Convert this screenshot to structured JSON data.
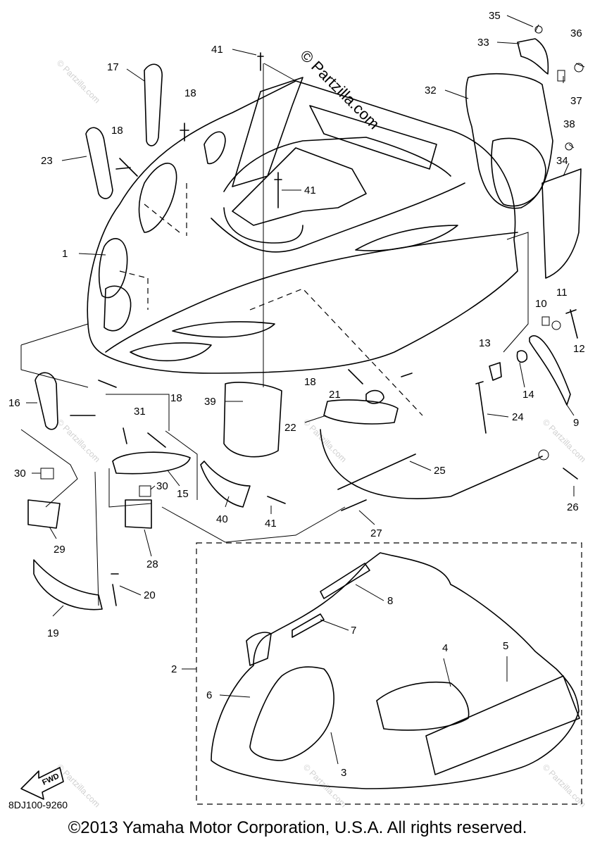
{
  "watermark": "© Partzilla.com",
  "diagram_code": "8DJ100-9260",
  "fwd_label": "FWD",
  "copyright": "©2013 Yamaha Motor Corporation, U.S.A. All rights reserved.",
  "callouts": [
    "1",
    "2",
    "3",
    "4",
    "5",
    "6",
    "7",
    "8",
    "9",
    "10",
    "11",
    "12",
    "13",
    "14",
    "15",
    "16",
    "17",
    "18",
    "19",
    "20",
    "21",
    "22",
    "23",
    "24",
    "25",
    "26",
    "27",
    "28",
    "29",
    "30",
    "31",
    "32",
    "33",
    "34",
    "35",
    "36",
    "37",
    "38",
    "39",
    "40",
    "41"
  ]
}
